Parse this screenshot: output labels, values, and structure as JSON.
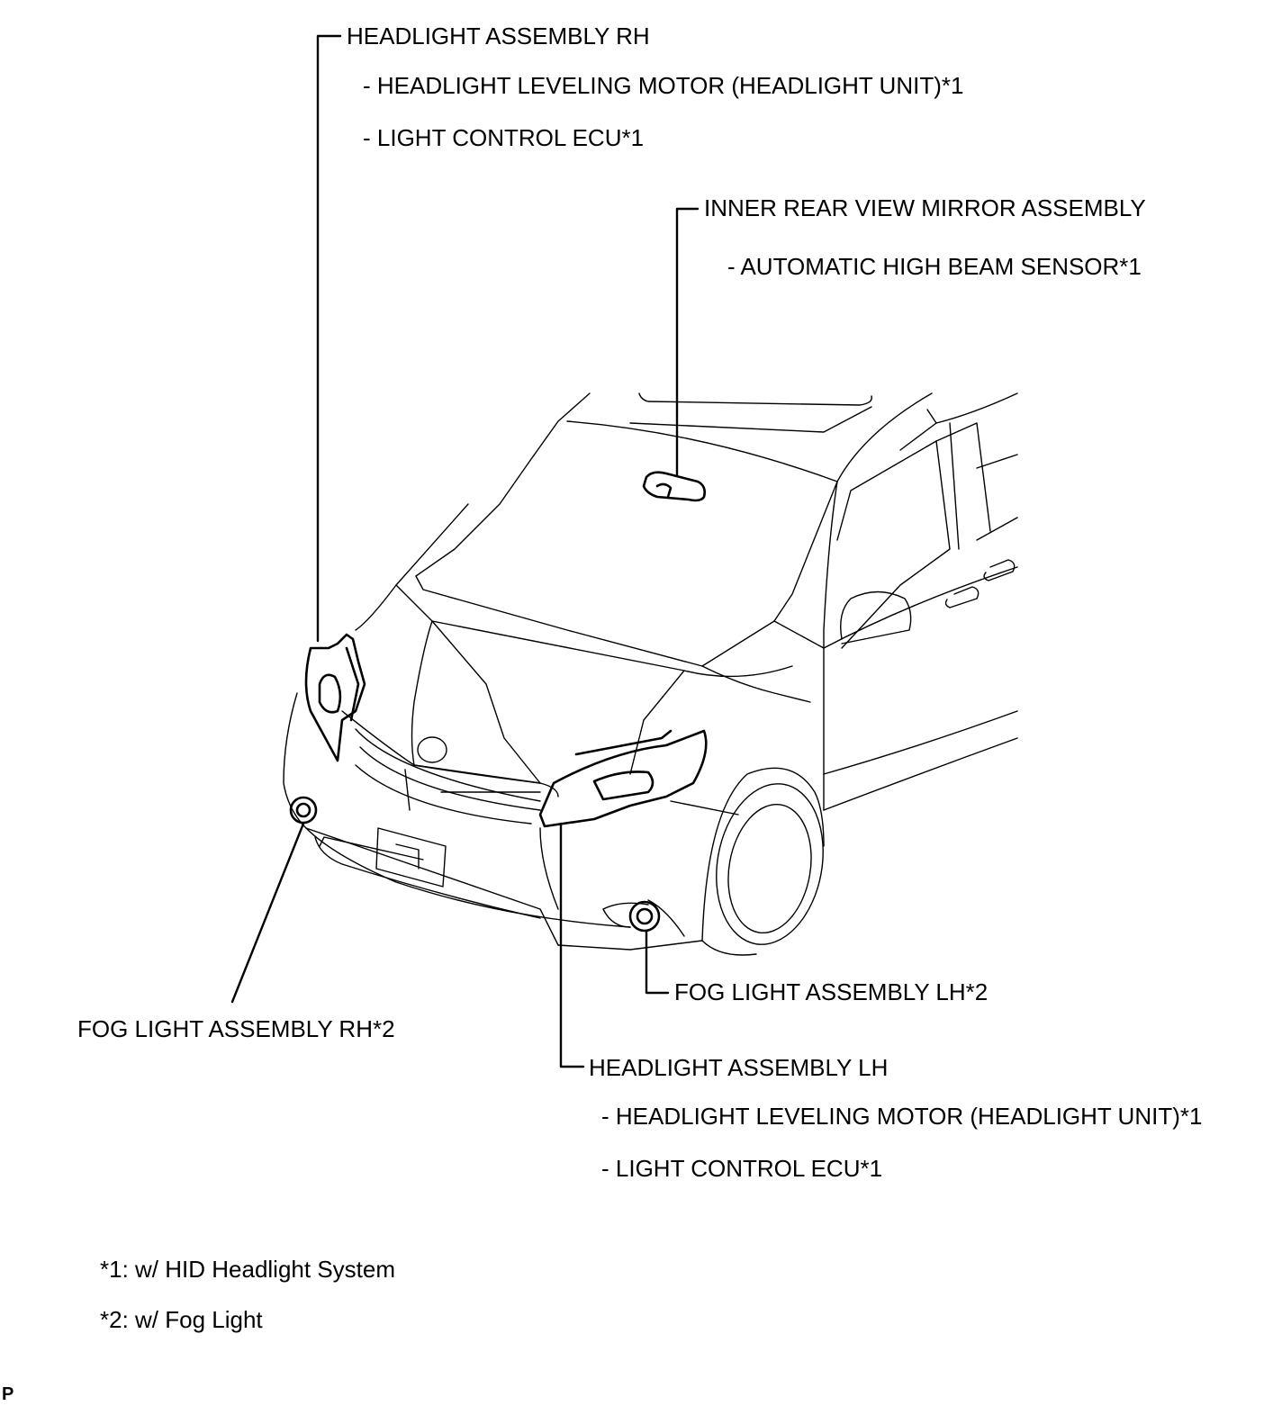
{
  "callouts": {
    "headlight_rh": {
      "title": "HEADLIGHT ASSEMBLY RH",
      "sub1": "- HEADLIGHT LEVELING MOTOR (HEADLIGHT UNIT)*1",
      "sub2": "- LIGHT CONTROL ECU*1"
    },
    "mirror": {
      "title": "INNER REAR VIEW MIRROR ASSEMBLY",
      "sub1": "- AUTOMATIC HIGH BEAM SENSOR*1"
    },
    "fog_lh": {
      "title": "FOG LIGHT ASSEMBLY LH*2"
    },
    "fog_rh": {
      "title": "FOG LIGHT ASSEMBLY RH*2"
    },
    "headlight_lh": {
      "title": "HEADLIGHT ASSEMBLY LH",
      "sub1": "- HEADLIGHT LEVELING MOTOR (HEADLIGHT UNIT)*1",
      "sub2": "- LIGHT CONTROL ECU*1"
    }
  },
  "footnotes": {
    "note1": "*1: w/ HID Headlight System",
    "note2": "*2: w/ Fog Light"
  },
  "corner_code": "P"
}
